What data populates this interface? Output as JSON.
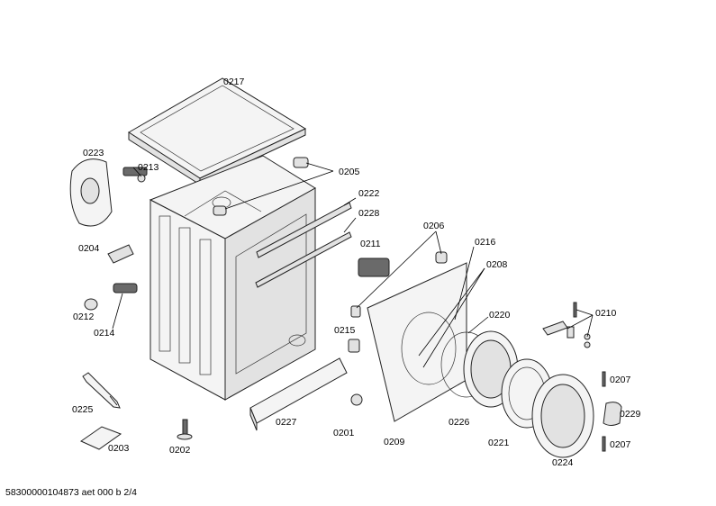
{
  "labels": {
    "p0217": "0217",
    "p0223": "0223",
    "p0213": "0213",
    "p0205": "0205",
    "p0222": "0222",
    "p0228": "0228",
    "p0204": "0204",
    "p0206": "0206",
    "p0216": "0216",
    "p0211": "0211",
    "p0208": "0208",
    "p0212": "0212",
    "p0214": "0214",
    "p0210": "0210",
    "p0220": "0220",
    "p0215": "0215",
    "p0207a": "0207",
    "p0225": "0225",
    "p0227": "0227",
    "p0201": "0201",
    "p0209": "0209",
    "p0226": "0226",
    "p0229": "0229",
    "p0203": "0203",
    "p0202": "0202",
    "p0221": "0221",
    "p0207b": "0207",
    "p0224": "0224"
  },
  "footer": "58300000104873 aet 000 b 2/4"
}
